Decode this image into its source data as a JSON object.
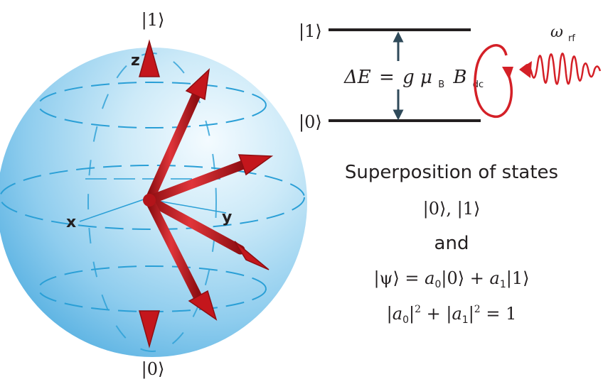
{
  "bloch_sphere": {
    "top_state": "|1⟩",
    "bottom_state": "|0⟩",
    "axis_x": "x",
    "axis_y": "y",
    "axis_z": "z"
  },
  "energy_diagram": {
    "upper_level": "|1⟩",
    "lower_level": "|0⟩",
    "gap_symbol": "ΔE",
    "gap_eq": "=",
    "gap_g": "g",
    "gap_mu": "μ",
    "gap_mu_sub": "B",
    "gap_B": "B",
    "gap_B_sub": "dc",
    "rf_omega": "ω",
    "rf_sub": "rf"
  },
  "caption": {
    "line1": "Superposition of states",
    "line2": "|0⟩, |1⟩",
    "line3": "and",
    "psi_lhs": "|ψ⟩ = ",
    "psi_a0": "a",
    "psi_a0_sub": "0",
    "psi_mid": "|0⟩ + ",
    "psi_a1": "a",
    "psi_a1_sub": "1",
    "psi_end": "|1⟩",
    "norm_open1": "|",
    "norm_a0": "a",
    "norm_a0_sub": "0",
    "norm_close1": "|",
    "norm_sq1": "2",
    "norm_plus": " + |",
    "norm_a1": "a",
    "norm_a1_sub": "1",
    "norm_close2": "|",
    "norm_sq2": "2",
    "norm_end": " = 1"
  },
  "colors": {
    "sphere_light": "#f4fbff",
    "sphere_mid": "#a8d8f2",
    "sphere_dark": "#5eb4e3",
    "dashed_lines": "#2a9fd6",
    "arrow_red": "#c4161c",
    "arrow_dark": "#8e0e12",
    "level_line": "#231f20",
    "gap_arrow": "#2f4a5a",
    "rf_wave": "#d42027"
  }
}
